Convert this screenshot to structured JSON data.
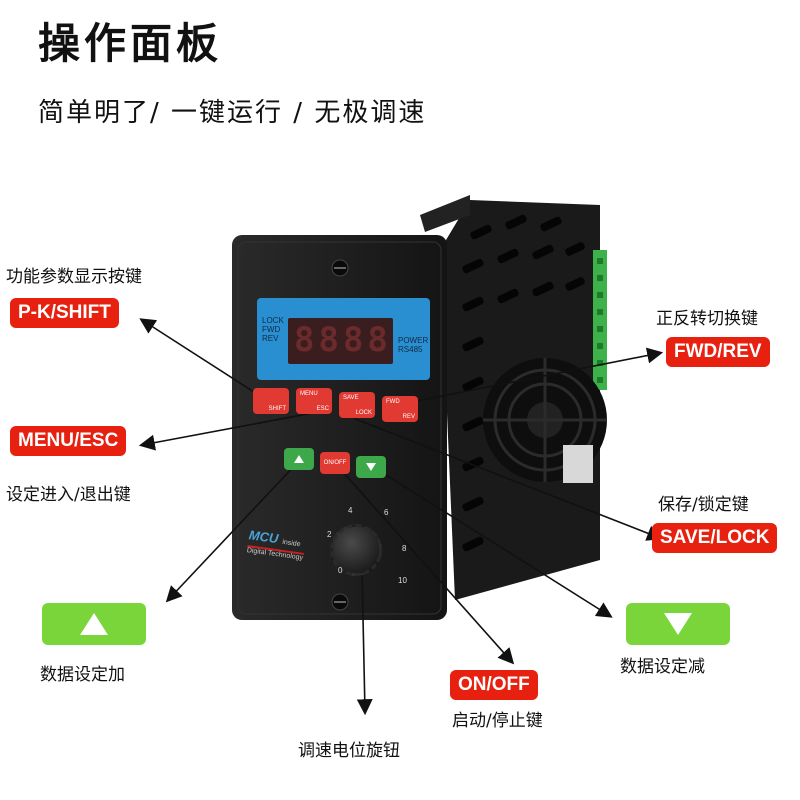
{
  "header": {
    "title": "操作面板",
    "subtitle": "简单明了/ 一键运行 / 无极调速"
  },
  "device": {
    "display_indicators": [
      "LOCK",
      "FWD",
      "REV"
    ],
    "display_status": [
      "POWER",
      "RS485"
    ],
    "display_digits": "8888",
    "keys": [
      "MENU",
      "ESC",
      "SAVE",
      "LOCK",
      "FWD",
      "REV",
      "ON/OFF"
    ],
    "shift_key": "SHIFT",
    "logo_text": "MCU",
    "logo_suffix": "inside",
    "logo_sub": "Digital Technology",
    "dial_scale": [
      "0",
      "2",
      "4",
      "6",
      "8",
      "10"
    ]
  },
  "callouts": {
    "pk_shift": {
      "caption": "功能参数显示按键",
      "tag": "P-K/SHIFT"
    },
    "menu_esc": {
      "tag": "MENU/ESC",
      "caption": "设定进入/退出键"
    },
    "fwd_rev": {
      "caption": "正反转切换键",
      "tag": "FWD/REV"
    },
    "save_lock": {
      "caption": "保存/锁定键",
      "tag": "SAVE/LOCK"
    },
    "up": {
      "caption": "数据设定加"
    },
    "down": {
      "caption": "数据设定减"
    },
    "on_off": {
      "tag": "ON/OFF",
      "caption": "启动/停止键"
    },
    "dial": {
      "caption": "调速电位旋钮"
    }
  },
  "colors": {
    "tag_red": "#e8200f",
    "tag_green": "#7ad53a",
    "panel_blue": "#2a8fd0",
    "body_black": "#1c1c1c"
  },
  "icons": [
    "up-arrow-icon",
    "down-arrow-icon"
  ]
}
